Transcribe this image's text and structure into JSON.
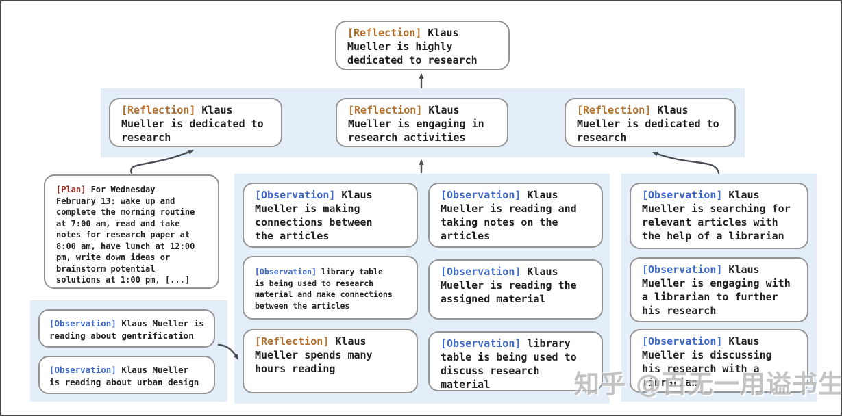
{
  "colors": {
    "panel_bg": "#e4eef9",
    "node_border": "#949494",
    "reflection": "#b1702c",
    "observation": "#3d68c6",
    "plan": "#96271e",
    "text": "#1f1f1f",
    "arrow": "#4a4f55"
  },
  "root": {
    "tag": "[Reflection]",
    "text": " Klaus\nMueller is highly\ndedicated to research"
  },
  "reflection_row": [
    {
      "tag": "[Reflection]",
      "text": " Klaus\nMueller is dedicated to\nresearch"
    },
    {
      "tag": "[Reflection]",
      "text": " Klaus\nMueller is engaging in\nresearch activities"
    },
    {
      "tag": "[Reflection]",
      "text": " Klaus\nMueller is dedicated to\nresearch"
    }
  ],
  "plan": {
    "tag": "[Plan]",
    "text": " For Wednesday\nFebruary 13: wake up and\ncomplete the morning routine\nat 7:00 am, read and take\nnotes for research paper at\n8:00 am, have lunch at 12:00\npm, write down ideas or\nbrainstorm potential\nsolutions at 1:00 pm, [...]"
  },
  "left_panel": [
    {
      "tag": "[Observation]",
      "text": " Klaus Mueller is\nreading about gentrification"
    },
    {
      "tag": "[Observation]",
      "text": " Klaus Mueller\nis reading about urban design"
    }
  ],
  "middle_panel_col1": [
    {
      "tag": "[Observation]",
      "text": " Klaus\nMueller is making\nconnections between\nthe articles"
    },
    {
      "tag": "[Observation]",
      "text": " library table\nis being used to research\nmaterial and make connections\nbetween the articles"
    },
    {
      "tag": "[Reflection]",
      "text": " Klaus\nMueller spends many\nhours reading"
    }
  ],
  "middle_panel_col2": [
    {
      "tag": "[Observation]",
      "text": " Klaus\nMueller is reading and\ntaking notes on the\narticles"
    },
    {
      "tag": "[Observation]",
      "text": " Klaus\nMueller is reading the\nassigned material"
    },
    {
      "tag": "[Observation]",
      "text": " library\ntable is being used to\ndiscuss research material"
    }
  ],
  "right_panel": [
    {
      "tag": "[Observation]",
      "text": " Klaus\nMueller is searching for\nrelevant articles with\nthe help of a librarian"
    },
    {
      "tag": "[Observation]",
      "text": " Klaus\nMueller is engaging with\na librarian to further\nhis research"
    },
    {
      "tag": "[Observation]",
      "text": " Klaus\nMueller is discussing\nhis research with a\nlibrarian"
    }
  ],
  "watermark": "知乎 @百无一用谥书生"
}
